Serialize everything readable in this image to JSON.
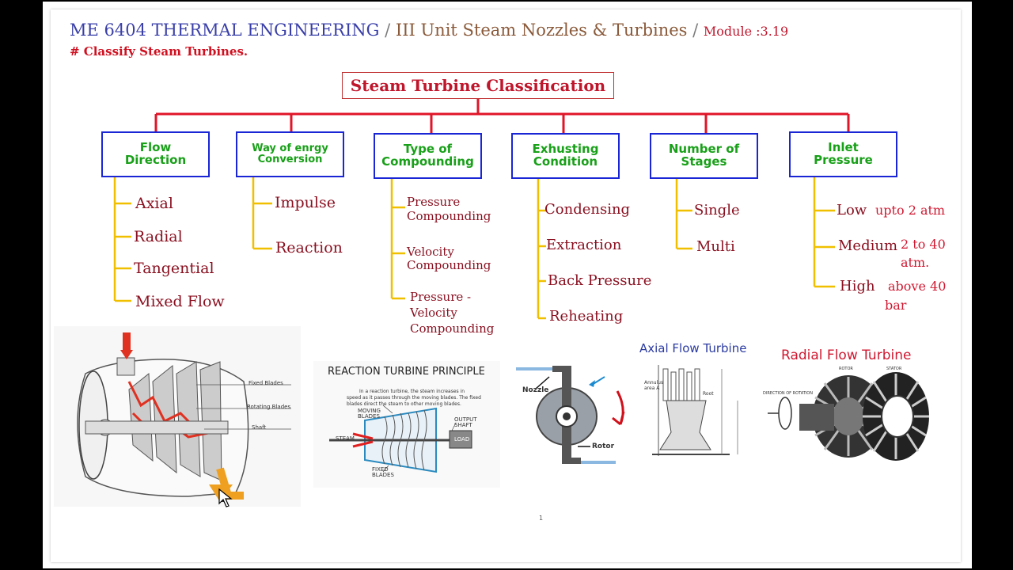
{
  "header": {
    "course": "ME 6404 THERMAL ENGINEERING",
    "sep1": "/",
    "unit": "III Unit Steam Nozzles & Turbines",
    "sep2": "/",
    "module": "Module :3.19"
  },
  "question": "# Classify Steam Turbines.",
  "root": "Steam Turbine Classification",
  "categories": [
    {
      "title_l1": "Flow",
      "title_l2": "Direction",
      "items": [
        "Axial",
        "Radial",
        "Tangential",
        "Mixed Flow"
      ]
    },
    {
      "title_l1": "Way of enrgy",
      "title_l2": "Conversion",
      "items": [
        "Impulse",
        "Reaction"
      ]
    },
    {
      "title_l1": "Type of",
      "title_l2": "Compounding",
      "items": [
        "Pressure",
        "Compounding",
        "Velocity",
        "Compounding",
        "Pressure -",
        "Velocity",
        "Compounding"
      ]
    },
    {
      "title_l1": "Exhusting",
      "title_l2": "Condition",
      "items": [
        "Condensing",
        "Extraction",
        "Back Pressure",
        "Reheating"
      ]
    },
    {
      "title_l1": "Number of",
      "title_l2": "Stages",
      "items": [
        "Single",
        "Multi"
      ]
    },
    {
      "title_l1": "Inlet",
      "title_l2": "Pressure",
      "items": [
        "Low",
        "Medium",
        "High"
      ],
      "notes": [
        "upto 2 atm",
        "2 to 40",
        "atm.",
        "above 40",
        "bar"
      ]
    }
  ],
  "figures": {
    "cutaway_labels": [
      "Fixed Blades",
      "Rotating Blades",
      "Shaft"
    ],
    "reaction_title": "REACTION TURBINE PRINCIPLE",
    "reaction_text": [
      "In a reaction turbine, the steam increases in",
      "speed as it passes through the moving blades. The fixed",
      "blades direct the steam to other moving blades."
    ],
    "reaction_labels": [
      "MOVING",
      "BLADES",
      "OUTPUT",
      "SHAFT",
      "STEAM",
      "LOAD",
      "FIXED",
      "BLADES"
    ],
    "wheel_labels": [
      "Nozzle",
      "Rotor"
    ],
    "axial_title": "Axial Flow Turbine",
    "radial_title": "Radial Flow Turbine",
    "radial_labels": [
      "DIRECTION OF ROTATION",
      "ROTOR",
      "STATOR"
    ],
    "axial_labels": [
      "Annulus",
      "area A",
      "Root"
    ],
    "page_number": "1"
  },
  "colors": {
    "tree_red": "#e01528",
    "tree_yellow": "#f0c000",
    "box_blue": "#1a26d6",
    "box_text_green": "#18a018",
    "item_text": "#8a1020",
    "note_red": "#d01830"
  }
}
